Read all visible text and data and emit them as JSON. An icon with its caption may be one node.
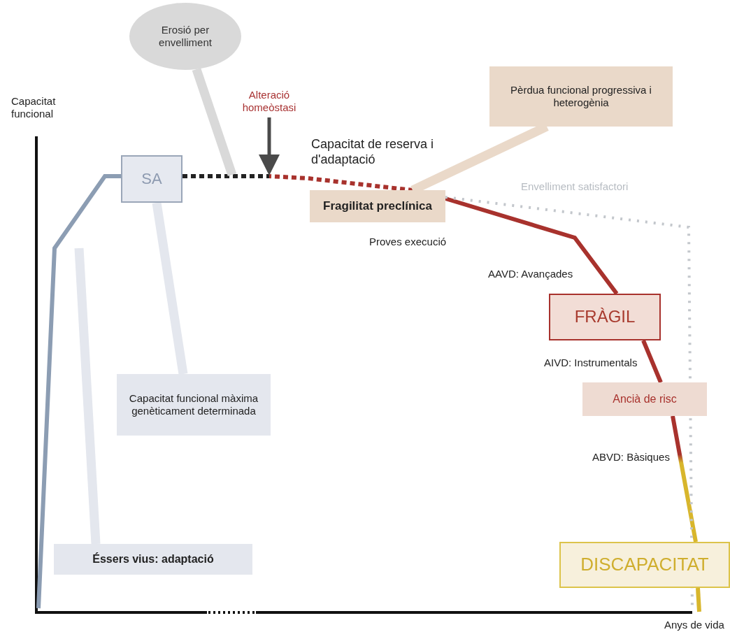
{
  "diagram": {
    "nodes": [
      {
        "text": [
          "Erosió per envelliment"
        ]
      },
      {
        "text": [
          "SA"
        ]
      },
      {
        "text": [
          "Capacitat funcional màxima genèticament determinada"
        ]
      },
      {
        "text": [
          "Éssers vius: adaptació"
        ]
      },
      {
        "text": [
          "Alteració homeòstasi"
        ]
      },
      {
        "text": [
          "Fragilitat preclínica"
        ]
      },
      {
        "text": [
          "Pèrdua funcional progressiva i heterogènia"
        ]
      },
      {
        "text": [
          "FRÀGIL"
        ]
      },
      {
        "text": [
          "Ancià de risc"
        ]
      },
      {
        "text": [
          "DISCAPACITAT"
        ]
      }
    ],
    "edges": [
      {
        "from": null,
        "to": 1,
        "arrow": "none",
        "color": "#8c9db3"
      },
      {
        "from": 1,
        "to": 5,
        "arrow": "none",
        "style": "dashed"
      },
      {
        "from": 5,
        "to": 7,
        "arrow": "none"
      },
      {
        "from": 7,
        "to": 8,
        "arrow": "none"
      },
      {
        "from": 8,
        "to": 9,
        "arrow": "none",
        "color": "#d8b62c"
      },
      {
        "from": 9,
        "to": null,
        "arrow": "none",
        "color": "#d8b62c"
      },
      {
        "from": 5,
        "to": null,
        "arrow": "none",
        "style": "dashed",
        "color": "#c3c7cc",
        "label": "Envelliment satisfactori"
      },
      {
        "from": 0,
        "to": null,
        "arrow": "none",
        "style": "thick",
        "color": "#d9d9d9"
      },
      {
        "from": 4,
        "to": null,
        "arrow": "to",
        "color": "#4a4a4a"
      },
      {
        "from": 2,
        "to": 1,
        "arrow": "none",
        "style": "thick",
        "color": "#e4e7ee"
      },
      {
        "from": 3,
        "to": null,
        "arrow": "none",
        "style": "thick",
        "color": "#e4e7ee"
      },
      {
        "from": 6,
        "to": 5,
        "arrow": "none",
        "style": "thick",
        "color": "#ead9c9"
      }
    ],
    "labels": [
      "Capacitat funcional",
      "Capacitat de reserva i d'adaptació",
      "Proves execució",
      "AAVD: Avançades",
      "AIVD: Instrumentals",
      "ABVD: Bàsiques",
      "Anys de vida"
    ]
  }
}
